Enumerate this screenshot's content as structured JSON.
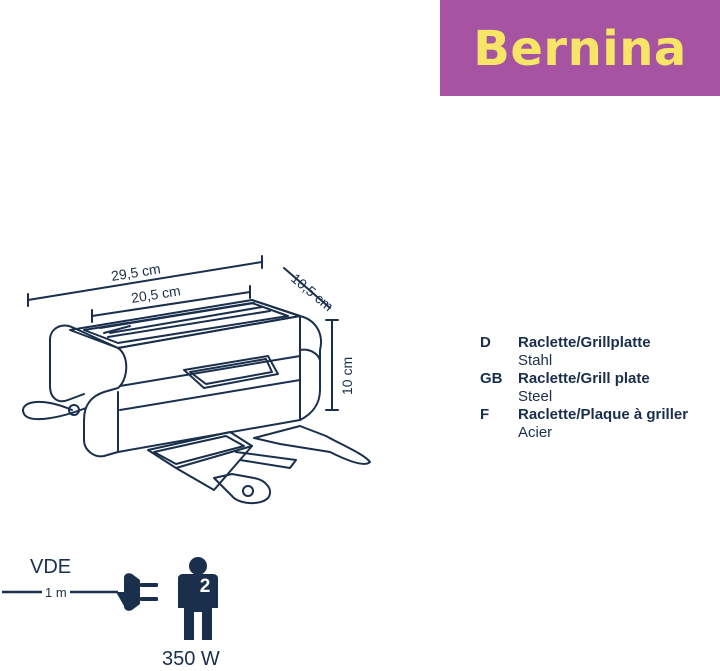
{
  "brand": {
    "name": "Bernina",
    "banner_color": "#a653a1",
    "text_color": "#f6e566"
  },
  "dimensions": {
    "total_length": "29,5 cm",
    "plate_length": "20,5 cm",
    "depth": "10,5 cm",
    "height": "10 cm"
  },
  "description": [
    {
      "lang": "D",
      "title": "Raclette/Grillplatte",
      "material": "Stahl"
    },
    {
      "lang": "GB",
      "title": "Raclette/Grill plate",
      "material": "Steel"
    },
    {
      "lang": "F",
      "title": "Raclette/Plaque à griller",
      "material": "Acier"
    }
  ],
  "specs": {
    "certification": "VDE",
    "cable_length": "1 m",
    "persons": "2",
    "power": "350 W"
  },
  "colors": {
    "ink": "#1a2f4b"
  },
  "icons": [
    "plug-icon",
    "person-icon"
  ]
}
